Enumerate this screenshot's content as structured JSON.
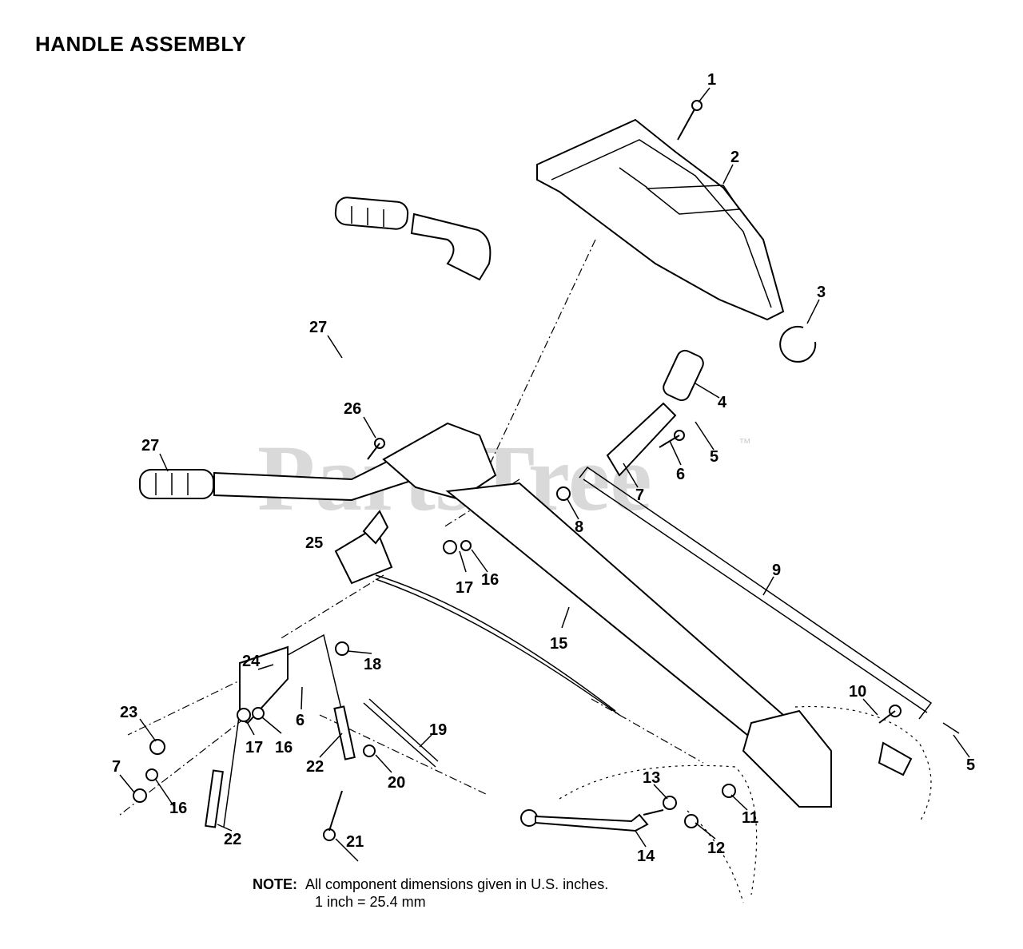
{
  "title": "HANDLE ASSEMBLY",
  "watermark": "PartsTree",
  "trademark": "™",
  "note": {
    "label": "NOTE:",
    "line1": "All component dimensions given in U.S. inches.",
    "line2": "1 inch = 25.4 mm"
  },
  "callouts": [
    {
      "id": "c1",
      "text": "1"
    },
    {
      "id": "c2",
      "text": "2"
    },
    {
      "id": "c3",
      "text": "3"
    },
    {
      "id": "c4",
      "text": "4"
    },
    {
      "id": "c5a",
      "text": "5"
    },
    {
      "id": "c5b",
      "text": "5"
    },
    {
      "id": "c6a",
      "text": "6"
    },
    {
      "id": "c6b",
      "text": "6"
    },
    {
      "id": "c7a",
      "text": "7"
    },
    {
      "id": "c7b",
      "text": "7"
    },
    {
      "id": "c8",
      "text": "8"
    },
    {
      "id": "c9",
      "text": "9"
    },
    {
      "id": "c10",
      "text": "10"
    },
    {
      "id": "c11",
      "text": "11"
    },
    {
      "id": "c12",
      "text": "12"
    },
    {
      "id": "c13",
      "text": "13"
    },
    {
      "id": "c14",
      "text": "14"
    },
    {
      "id": "c15",
      "text": "15"
    },
    {
      "id": "c16a",
      "text": "16"
    },
    {
      "id": "c16b",
      "text": "16"
    },
    {
      "id": "c16c",
      "text": "16"
    },
    {
      "id": "c17a",
      "text": "17"
    },
    {
      "id": "c17b",
      "text": "17"
    },
    {
      "id": "c18",
      "text": "18"
    },
    {
      "id": "c19",
      "text": "19"
    },
    {
      "id": "c20",
      "text": "20"
    },
    {
      "id": "c21",
      "text": "21"
    },
    {
      "id": "c22a",
      "text": "22"
    },
    {
      "id": "c22b",
      "text": "22"
    },
    {
      "id": "c23",
      "text": "23"
    },
    {
      "id": "c24",
      "text": "24"
    },
    {
      "id": "c25",
      "text": "25"
    },
    {
      "id": "c26",
      "text": "26"
    },
    {
      "id": "c27a",
      "text": "27"
    },
    {
      "id": "c27b",
      "text": "27"
    }
  ]
}
